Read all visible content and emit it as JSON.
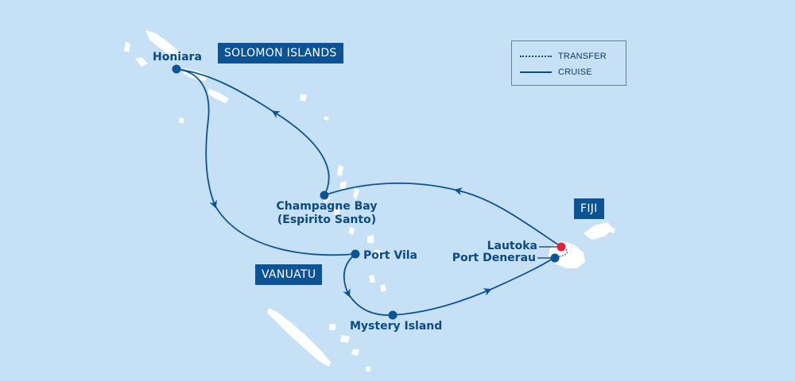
{
  "colors": {
    "sea": "#c6e0f5",
    "land": "#ffffff",
    "route": "#0b5394",
    "label_box": "#0b5394",
    "port_dot": "#0b5394",
    "embark_dot": "#e8203a",
    "legend_border": "#4a86c6"
  },
  "regions": {
    "solomon": "SOLOMON ISLANDS",
    "vanuatu": "VANUATU",
    "fiji": "FIJI"
  },
  "ports": {
    "honiara": "Honiara",
    "champagne_bay": "Champagne Bay",
    "espiritu_santo": "(Espirito Santo)",
    "port_vila": "Port Vila",
    "mystery_island": "Mystery Island",
    "lautoka": "Lautoka",
    "port_denerau": "Port Denerau"
  },
  "legend": {
    "transfer": "TRANSFER",
    "cruise": "CRUISE"
  },
  "icons": {
    "port": "circle-dot",
    "embark": "red-circle-dot",
    "direction": "arrowhead"
  }
}
